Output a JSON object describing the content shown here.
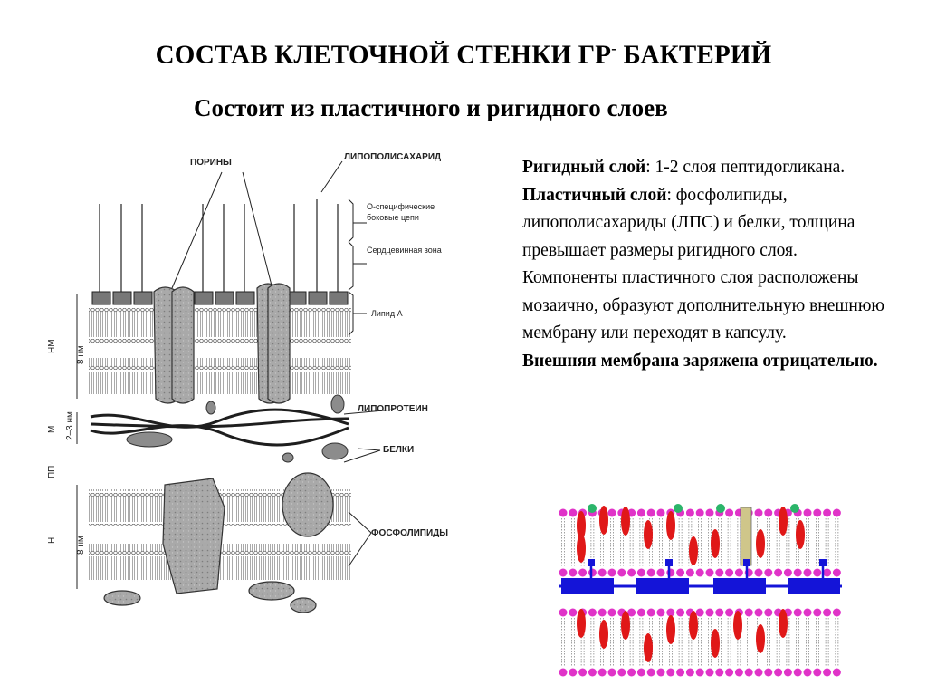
{
  "title": {
    "main": "СОСТАВ КЛЕТОЧНОЙ СТЕНКИ ГР",
    "sup": "-",
    "tail": " БАКТЕРИЙ"
  },
  "subtitle": "Состоит из пластичного и ригидного слоев",
  "text": {
    "rigid_head": "Ригидный слой",
    "rigid_body": ": 1-2 слоя пептидогликана.",
    "plastic_head": "Пластичный слой",
    "plastic_body": ": фосфолипиды, липополисахариды (ЛПС) и белки, толщина превышает размеры ригидного слоя.",
    "mosaic": "Компоненты пластичного слоя расположены мозаично, образуют дополнительную внешнюю мембрану или переходят в капсулу.",
    "charge": "Внешняя мембрана  заряжена отрицательно."
  },
  "diagram": {
    "porins": "ПОРИНЫ",
    "lps": "ЛИПОПОЛИСАХАРИД",
    "o_chains": "О-специфические боковые цепи",
    "core": "Сердцевинная зона",
    "lipid_a": "Липид А",
    "lipoprotein": "ЛИПОПРОТЕИН",
    "proteins": "БЕЛКИ",
    "phospholipids": "ФОСФОЛИПИДЫ",
    "nm_label": "НМ",
    "nm_size": "8 нм",
    "m_label": "М",
    "m_size": "2–3 нм",
    "pp_label": "ПП",
    "n_label": "Н",
    "n_size": "8 нм"
  }
}
